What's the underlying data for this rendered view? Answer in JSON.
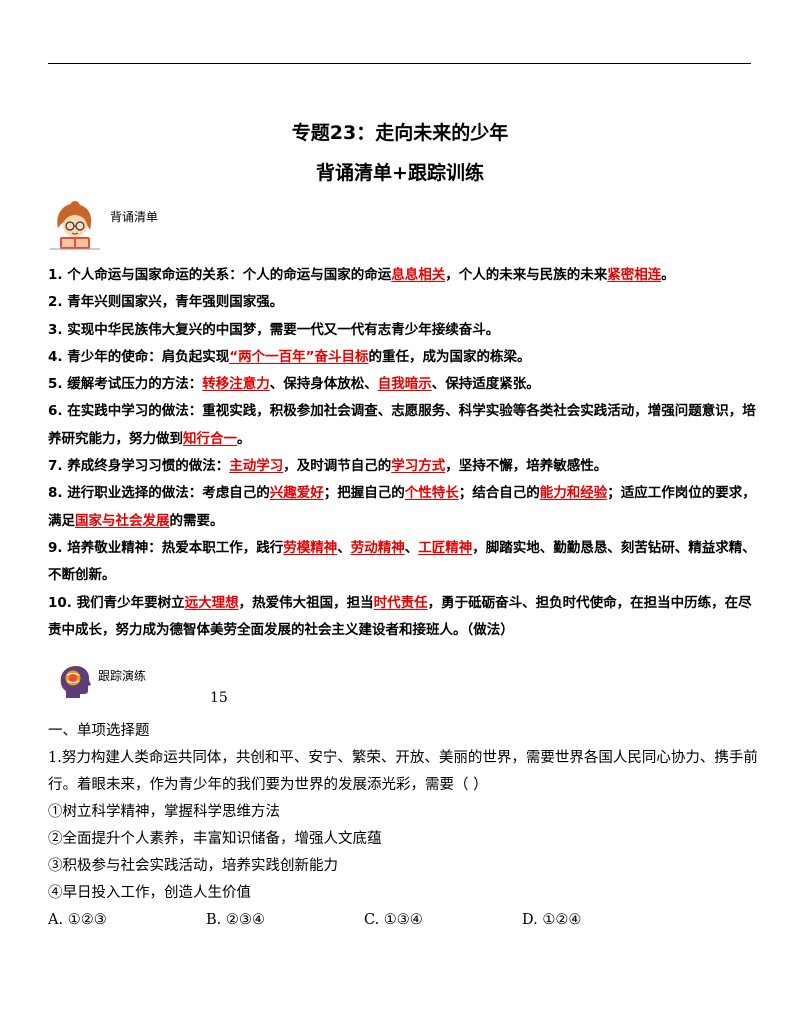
{
  "header": {
    "title_line1": "专题23：走向未来的少年",
    "title_line2": "背诵清单+跟踪训练"
  },
  "recite_section": {
    "label": "背诵清单",
    "icon": "girl-reading-icon"
  },
  "points": [
    {
      "segments": [
        {
          "text": "1. 个人命运与国家命运的关系：个人的命运与国家的命运",
          "kw": false
        },
        {
          "text": "息息相关",
          "kw": true
        },
        {
          "text": "，个人的未来与民族的未来",
          "kw": false
        },
        {
          "text": "紧密相连",
          "kw": true
        },
        {
          "text": "。",
          "kw": false
        }
      ]
    },
    {
      "segments": [
        {
          "text": "2. 青年兴则国家兴，青年强则国家强。",
          "kw": false
        }
      ]
    },
    {
      "segments": [
        {
          "text": "3. 实现中华民族伟大复兴的中国梦，需要一代又一代有志青少年接续奋斗。",
          "kw": false
        }
      ]
    },
    {
      "segments": [
        {
          "text": "4. 青少年的使命：肩负起实现",
          "kw": false
        },
        {
          "text": "“两个一百年”奋斗目标",
          "kw": true
        },
        {
          "text": "的重任，成为国家的栋梁。",
          "kw": false
        }
      ]
    },
    {
      "segments": [
        {
          "text": "5. 缓解考试压力的方法：",
          "kw": false
        },
        {
          "text": "转移注意力",
          "kw": true
        },
        {
          "text": "、保持身体放松、",
          "kw": false
        },
        {
          "text": "自我暗示",
          "kw": true
        },
        {
          "text": "、保持适度紧张。",
          "kw": false
        }
      ]
    },
    {
      "segments": [
        {
          "text": "6. 在实践中学习的做法：重视实践，积极参加社会调查、志愿服务、科学实验等各类社会实践活动，增强问题意识，培养研究能力，努力做到",
          "kw": false
        },
        {
          "text": "知行合一",
          "kw": true
        },
        {
          "text": "。",
          "kw": false
        }
      ]
    },
    {
      "segments": [
        {
          "text": "7. 养成终身学习习惯的做法：",
          "kw": false
        },
        {
          "text": "主动学习",
          "kw": true
        },
        {
          "text": "，及时调节自己的",
          "kw": false
        },
        {
          "text": "学习方式",
          "kw": true
        },
        {
          "text": "，坚持不懈，培养敏感性。",
          "kw": false
        }
      ]
    },
    {
      "segments": [
        {
          "text": "8. 进行职业选择的做法：考虑自己的",
          "kw": false
        },
        {
          "text": "兴趣爱好",
          "kw": true
        },
        {
          "text": "；把握自己的",
          "kw": false
        },
        {
          "text": "个性特长",
          "kw": true
        },
        {
          "text": "；结合自己的",
          "kw": false
        },
        {
          "text": "能力和经验",
          "kw": true
        },
        {
          "text": "；适应工作岗位的要求，满足",
          "kw": false
        },
        {
          "text": "国家与社会发展",
          "kw": true
        },
        {
          "text": "的需要。",
          "kw": false
        }
      ]
    },
    {
      "segments": [
        {
          "text": "9. 培养敬业精神：热爱本职工作，践行",
          "kw": false
        },
        {
          "text": "劳模精神",
          "kw": true
        },
        {
          "text": "、",
          "kw": false
        },
        {
          "text": "劳动精神",
          "kw": true
        },
        {
          "text": "、",
          "kw": false
        },
        {
          "text": "工匠精神",
          "kw": true
        },
        {
          "text": "，脚踏实地、勤勤恳恳、刻苦钻研、精益求精、不断创新。",
          "kw": false
        }
      ]
    },
    {
      "segments": [
        {
          "text": "10. 我们青少年要树立",
          "kw": false
        },
        {
          "text": "远大理想",
          "kw": true
        },
        {
          "text": "，热爱伟大祖国，担当",
          "kw": false
        },
        {
          "text": "时代责任",
          "kw": true
        },
        {
          "text": "，勇于砥砺奋斗、担负时代使命，在担当中历练，在尽责中成长，努力成为德智体美劳全面发展的社会主义建设者和接班人。（做法）",
          "kw": false
        }
      ]
    }
  ],
  "track_section": {
    "label": "跟踪演练",
    "icon": "head-brain-icon"
  },
  "page_number": "15",
  "exercise": {
    "section_title": "一、单项选择题",
    "question": "1.努力构建人类命运共同体，共创和平、安宁、繁荣、开放、美丽的世界，需要世界各国人民同心协力、携手前行。着眼未来，作为青少年的我们要为世界的发展添光彩，需要（        ）",
    "statements": [
      "①树立科学精神，掌握科学思维方法",
      "②全面提升个人素养，丰富知识储备，增强人文底蕴",
      "③积极参与社会实践活动，培养实践创新能力",
      "④早日投入工作，创造人生价值"
    ],
    "options": [
      "A. ①②③",
      "B. ②③④",
      "C. ①③④",
      "D. ①②④"
    ]
  },
  "colors": {
    "keyword": "#e60000",
    "text": "#000000"
  }
}
